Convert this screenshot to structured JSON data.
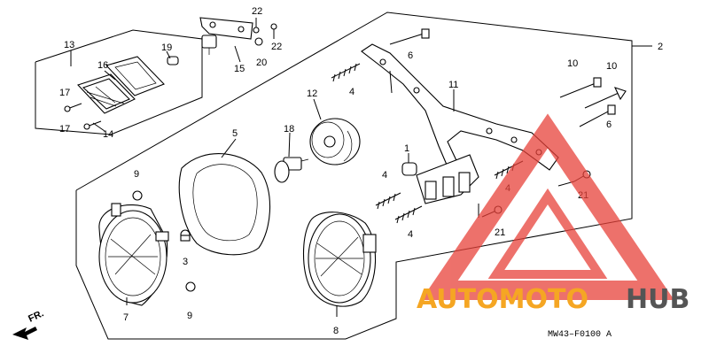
{
  "callouts": {
    "c2": "2",
    "c3": "3",
    "c4a": "4",
    "c4b": "4",
    "c4c": "4",
    "c4d": "4",
    "c5": "5",
    "c6a": "6",
    "c6b": "6",
    "c7": "7",
    "c8": "8",
    "c9a": "9",
    "c9b": "9",
    "c10a": "10",
    "c10b": "10",
    "c11": "11",
    "c12": "12",
    "c13": "13",
    "c14": "14",
    "c15": "15",
    "c16": "16",
    "c17a": "17",
    "c17b": "17",
    "c18": "18",
    "c19": "19",
    "c20": "20",
    "c21a": "21",
    "c21b": "21",
    "c22a": "22",
    "c22b": "22",
    "c1": "1"
  },
  "direction_label": "FR.",
  "drawing_code": "MW43–F0100 A",
  "watermark": {
    "part1": "AUTOMOTO",
    "part2": "HUB",
    "color_primary": "#f5a623",
    "color_secondary": "#555555",
    "triangle_color": "#e8423a"
  },
  "colors": {
    "line": "#000000",
    "background": "#ffffff"
  }
}
